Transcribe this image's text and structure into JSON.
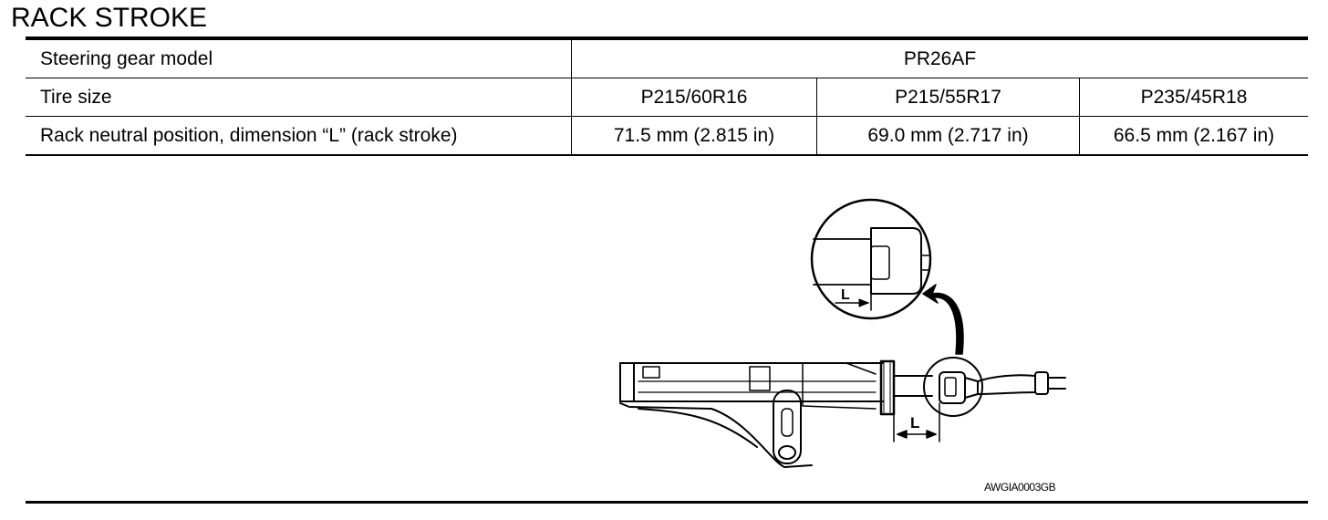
{
  "section_title": "RACK STROKE",
  "table": {
    "rows": [
      {
        "label": "Steering gear model",
        "values": [
          "PR26AF"
        ]
      },
      {
        "label": "Tire size",
        "values": [
          "P215/60R16",
          "P215/55R17",
          "P235/45R18"
        ]
      },
      {
        "label": "Rack neutral position, dimension “L” (rack stroke)",
        "values": [
          "71.5 mm (2.815 in)",
          "69.0 mm (2.717 in)",
          "66.5 mm (2.167 in)"
        ]
      }
    ]
  },
  "figure": {
    "dimension_label_detail": "L",
    "dimension_label_main": "L",
    "code": "AWGIA0003GB"
  }
}
